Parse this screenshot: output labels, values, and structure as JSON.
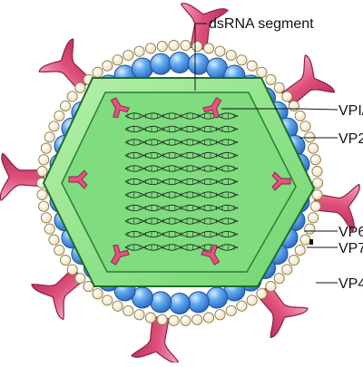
{
  "labels": {
    "dsrna": "dsRNA segment",
    "vp1": "VPI/",
    "vp2": "VP2",
    "vp6": "VP6",
    "vp7": "VP7",
    "vp4": "VP4"
  },
  "colors": {
    "outer_bead": "#fbf3dc",
    "outer_bead_stroke": "#8b7a4a",
    "blue_bead": "#3f8fe0",
    "blue_bead_light": "#bfe0ff",
    "blue_bead_stroke": "#1d4f98",
    "green_fill": "#86e28a",
    "green_core": "#b8f2ae",
    "green_stroke": "#1f6b2a",
    "spike_fill": "#e0557f",
    "spike_light": "#f7a8c0",
    "spike_stroke": "#8c1f45",
    "rna_line": "#1e2d1e"
  },
  "icons": {
    "vp4_spike": "vp4-spike-icon",
    "vp1_marker": "vp1-polymerase-icon",
    "rna_coil": "dsrna-helix-icon"
  }
}
